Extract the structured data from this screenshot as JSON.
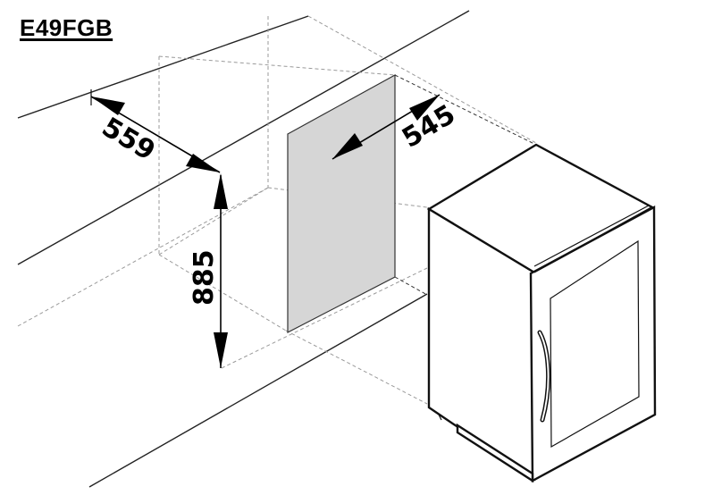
{
  "title": "E49FGB",
  "dimensions": {
    "width": "559",
    "depth": "545",
    "height": "885"
  }
}
